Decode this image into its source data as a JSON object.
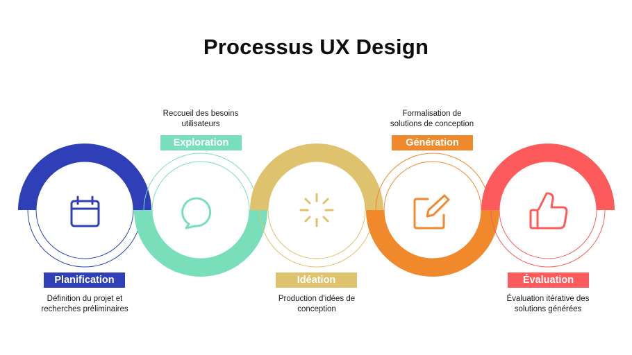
{
  "title": "Processus UX Design",
  "steps": [
    {
      "label": "Planification",
      "description": "Définition du projet et\nrecherches préliminaires",
      "color": "#2f3fb7",
      "icon": "calendar-icon"
    },
    {
      "label": "Exploration",
      "description": "Reccueil des besoins\nutilisateurs",
      "color": "#79dfbb",
      "icon": "chat-bubble-icon"
    },
    {
      "label": "Idéation",
      "description": "Production d'idées de\nconception",
      "color": "#dfc26d",
      "icon": "sparkle-loader-icon"
    },
    {
      "label": "Génération",
      "description": "Formalisation de\nsolutions de conception",
      "color": "#f0882c",
      "icon": "edit-pencil-icon"
    },
    {
      "label": "Évaluation",
      "description": "Évaluation itérative des\nsolutions générées",
      "color": "#fd5b5b",
      "icon": "thumbs-up-icon"
    }
  ]
}
